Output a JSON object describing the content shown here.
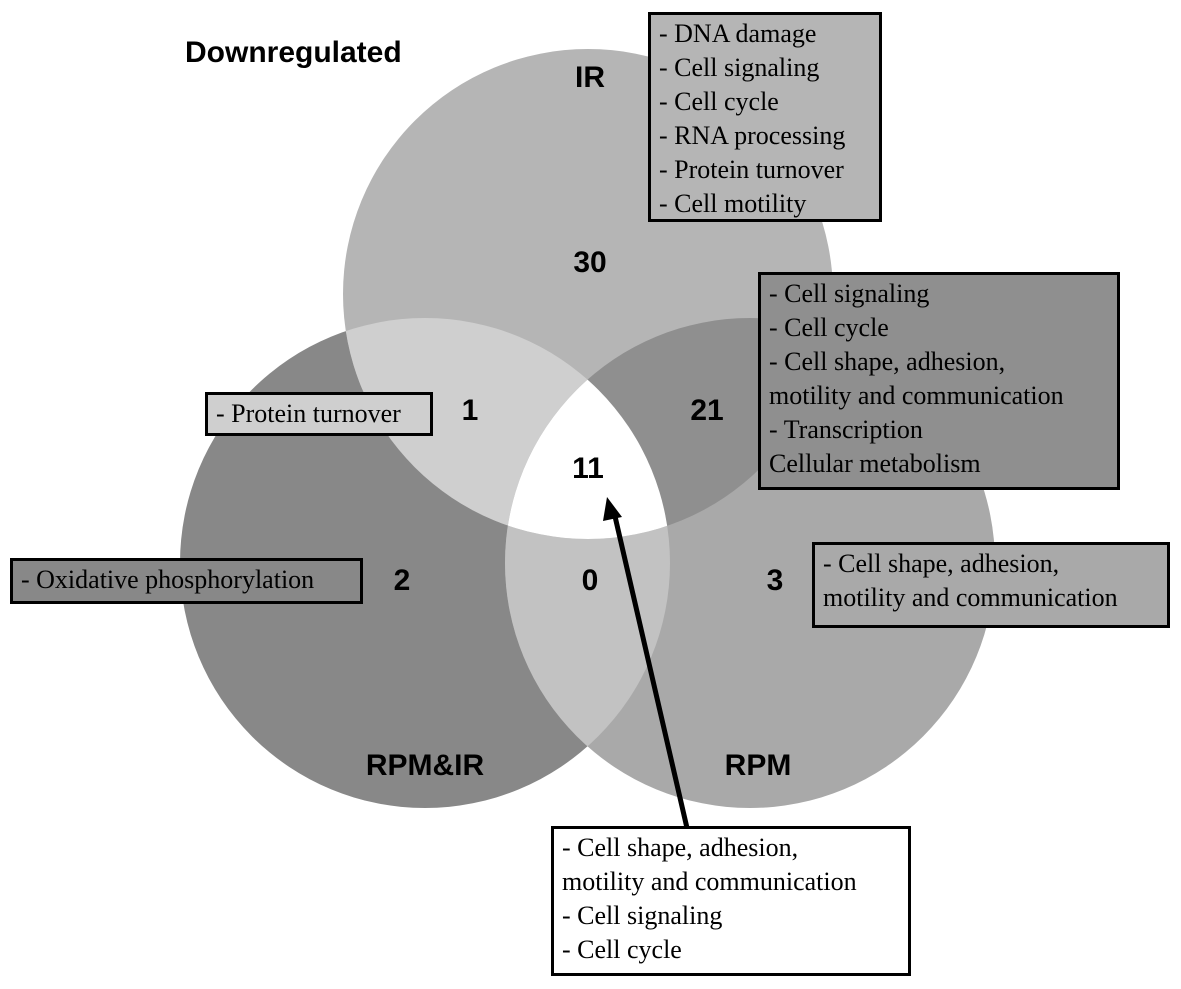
{
  "title": "Downregulated",
  "sets": {
    "ir": {
      "label": "IR",
      "color": "#b5b5b5"
    },
    "rpmir": {
      "label": "RPM&IR",
      "color": "#888888"
    },
    "rpm": {
      "label": "RPM",
      "color": "#a9a9a9"
    }
  },
  "overlap_colors": {
    "ir_rpmir": "#cfcfcf",
    "ir_rpm": "#8f8f8f",
    "rpmir_rpm": "#c2c2c2",
    "all": "#ffffff"
  },
  "counts": {
    "ir_only": "30",
    "rpmir_only": "2",
    "rpm_only": "3",
    "ir_rpmir": "1",
    "ir_rpm": "21",
    "rpmir_rpm": "0",
    "all": "11"
  },
  "annotations": {
    "ir_only": [
      "- DNA damage",
      "- Cell signaling",
      "- Cell cycle",
      "- RNA processing",
      "- Protein turnover",
      "- Cell motility"
    ],
    "ir_rpm": [
      "- Cell signaling",
      "- Cell cycle",
      "- Cell shape, adhesion,",
      "motility and communication",
      "- Transcription",
      "Cellular metabolism"
    ],
    "ir_rpmir": [
      "- Protein turnover"
    ],
    "rpmir_only": [
      "- Oxidative phosphorylation"
    ],
    "rpm_only": [
      "- Cell shape, adhesion,",
      "motility and communication"
    ],
    "all": [
      "- Cell shape, adhesion,",
      "motility and communication",
      "- Cell signaling",
      "- Cell cycle"
    ]
  },
  "box_colors": {
    "ir_only": "#b5b5b5",
    "ir_rpm": "#8f8f8f",
    "ir_rpmir": "#cfcfcf",
    "rpmir_only": "#888888",
    "rpm_only": "#a9a9a9",
    "all": "#ffffff"
  }
}
